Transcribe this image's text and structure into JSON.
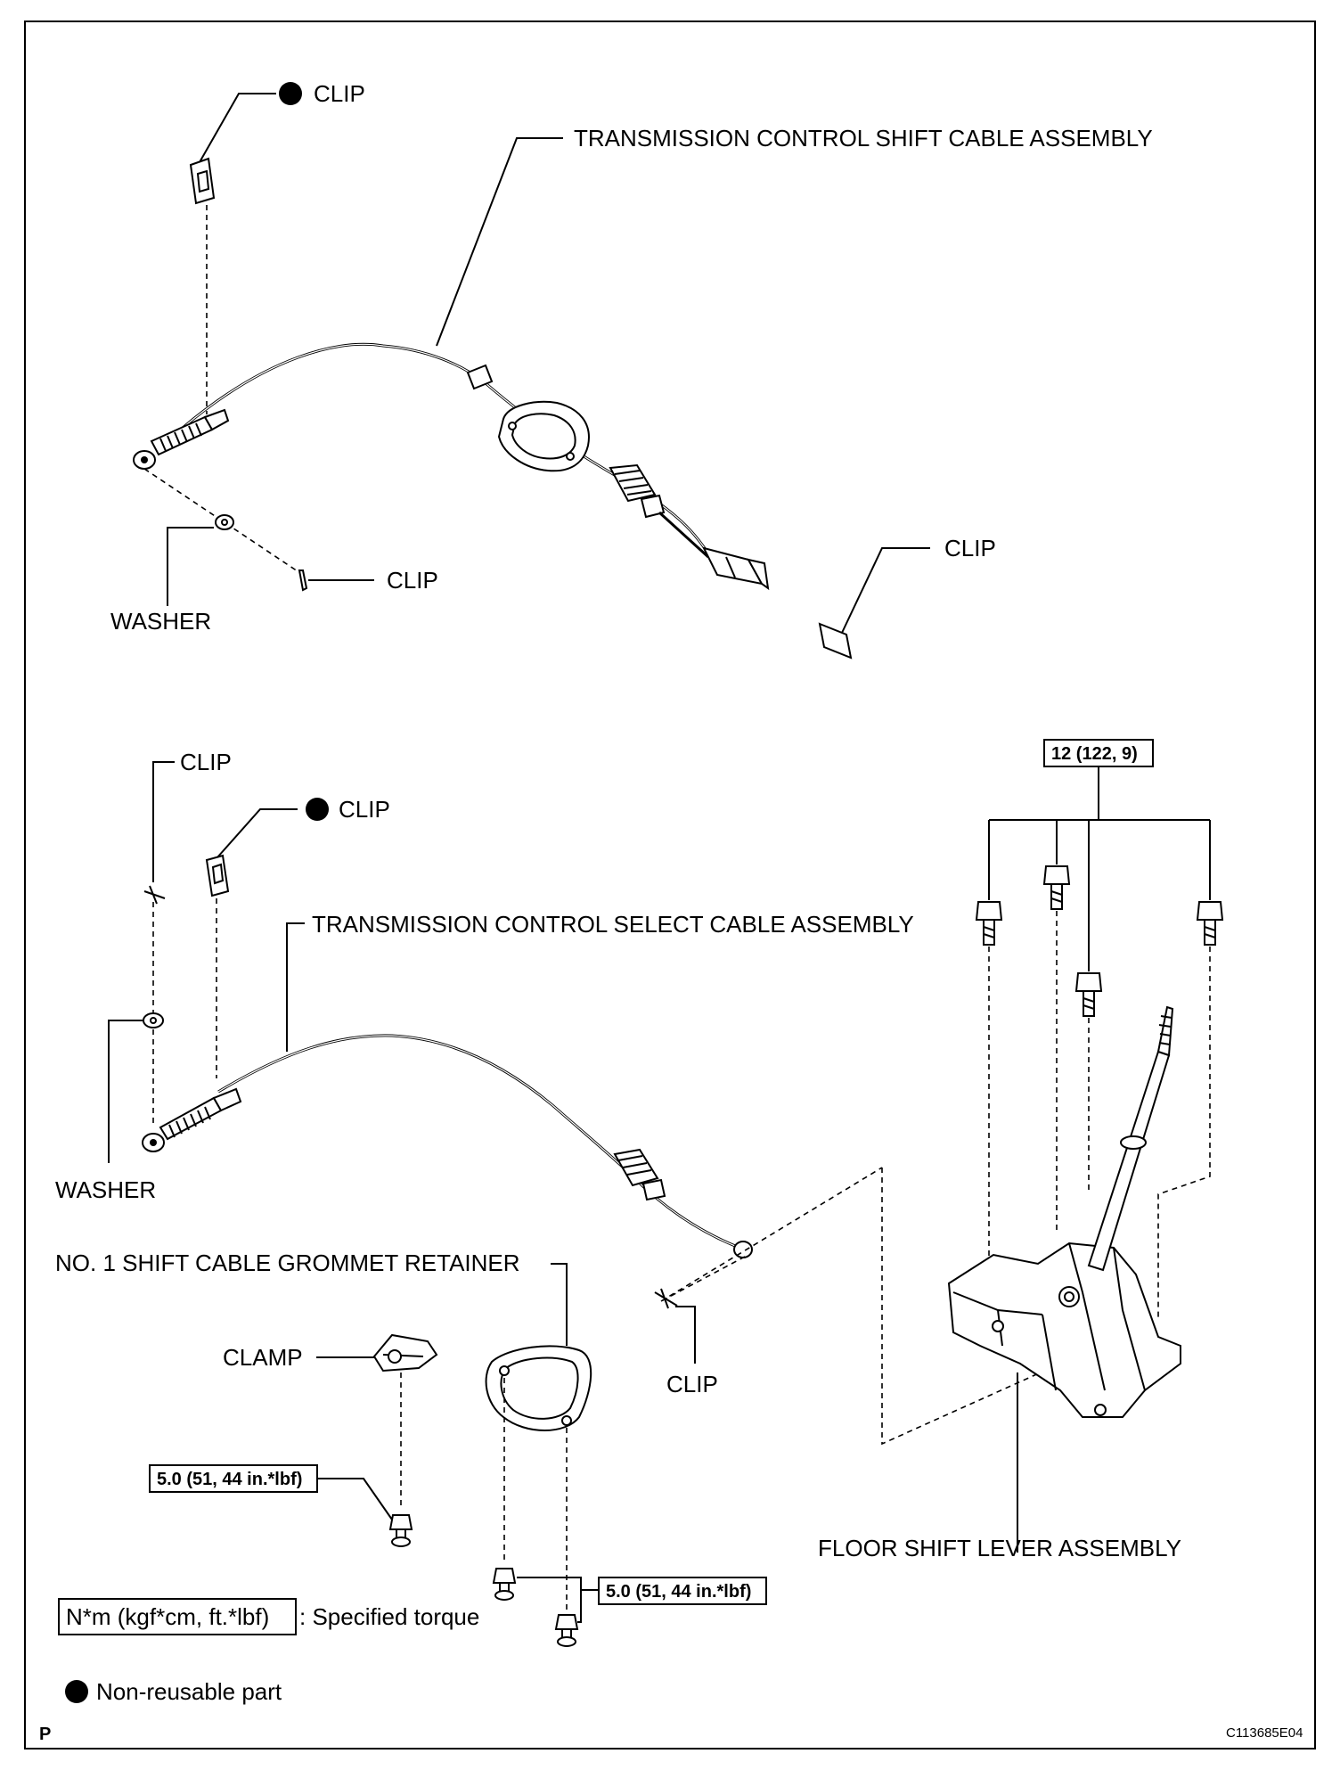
{
  "labels": {
    "clip_top_nonreusable": "CLIP",
    "shift_cable": "TRANSMISSION CONTROL SHIFT CABLE ASSEMBLY",
    "clip_upper_end": "CLIP",
    "clip_upper_right": "CLIP",
    "washer_upper": "WASHER",
    "clip_lower_left": "CLIP",
    "clip_lower_nonreusable": "CLIP",
    "select_cable": "TRANSMISSION CONTROL SELECT CABLE ASSEMBLY",
    "washer_lower": "WASHER",
    "grommet_retainer": "NO. 1 SHIFT CABLE GROMMET RETAINER",
    "clamp": "CLAMP",
    "clip_lower_end": "CLIP",
    "floor_shift_lever": "FLOOR SHIFT LEVER ASSEMBLY"
  },
  "torques": {
    "lever_bolts": "12 (122, 9)",
    "clamp_bolt": "5.0 (51, 44 in.*lbf)",
    "retainer_bolts": "5.0 (51, 44 in.*lbf)"
  },
  "legend": {
    "torque_unit": "N*m (kgf*cm, ft.*lbf)",
    "torque_desc": ": Specified torque",
    "nonreusable_desc": "Non-reusable part"
  },
  "footer": {
    "page_letter": "P",
    "figure_code": "C113685E04"
  },
  "colors": {
    "ink": "#000000",
    "paper": "#ffffff"
  }
}
